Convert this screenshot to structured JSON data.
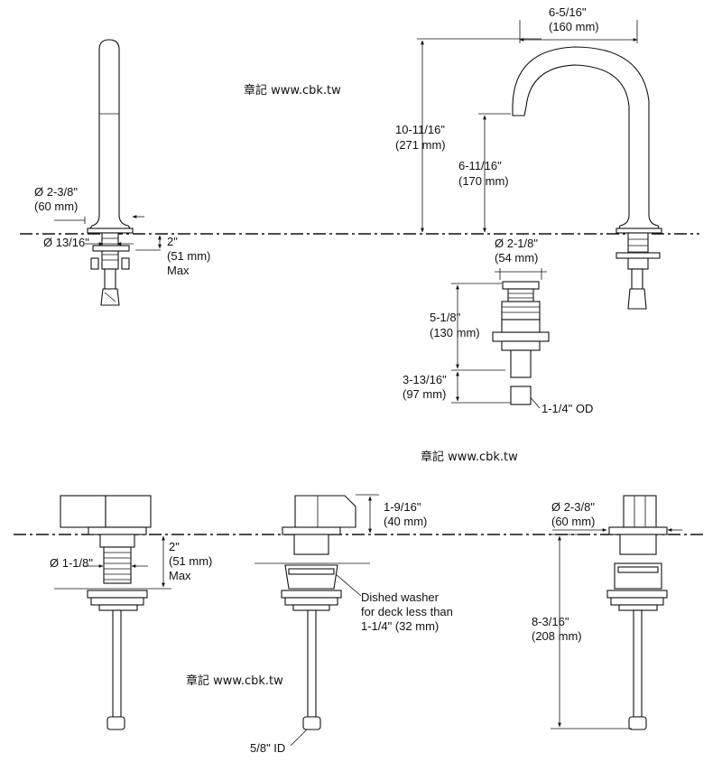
{
  "watermarks": [
    "章記 www.cbk.tw",
    "章記 www.cbk.tw",
    "章記 www.cbk.tw"
  ],
  "spout_side": {
    "base_diameter": [
      "Ø 2-3/8\"",
      "(60 mm)"
    ],
    "shank_diameter": "Ø 13/16\"",
    "max_deck": [
      "2\"",
      "(51 mm)",
      "Max"
    ]
  },
  "spout_front": {
    "reach": [
      "6-5/16\"",
      "(160 mm)"
    ],
    "height": [
      "10-11/16\"",
      "(271 mm)"
    ],
    "outlet_height": [
      "6-11/16\"",
      "(170 mm)"
    ],
    "drain_flange": [
      "Ø 2-1/8\"",
      "(54 mm)"
    ],
    "drain_body": [
      "5-1/8\"",
      "(130 mm)"
    ],
    "tailpiece": [
      "3-13/16\"",
      "(97 mm)"
    ],
    "tailpiece_od": "1-1/4\" OD"
  },
  "handle_left": {
    "shank_diameter": "Ø 1-1/8\"",
    "max_deck": [
      "2\"",
      "(51 mm)",
      "Max"
    ]
  },
  "handle_middle": {
    "handle_height": [
      "1-9/16\"",
      "(40 mm)"
    ],
    "washer_note": [
      "Dished washer",
      "for deck less than",
      "1-1/4\" (32 mm)"
    ],
    "inlet_id": "5/8\" ID"
  },
  "handle_right": {
    "base_diameter": [
      "Ø 2-3/8\"",
      "(60 mm)"
    ],
    "total_height": [
      "8-3/16\"",
      "(208 mm)"
    ]
  }
}
